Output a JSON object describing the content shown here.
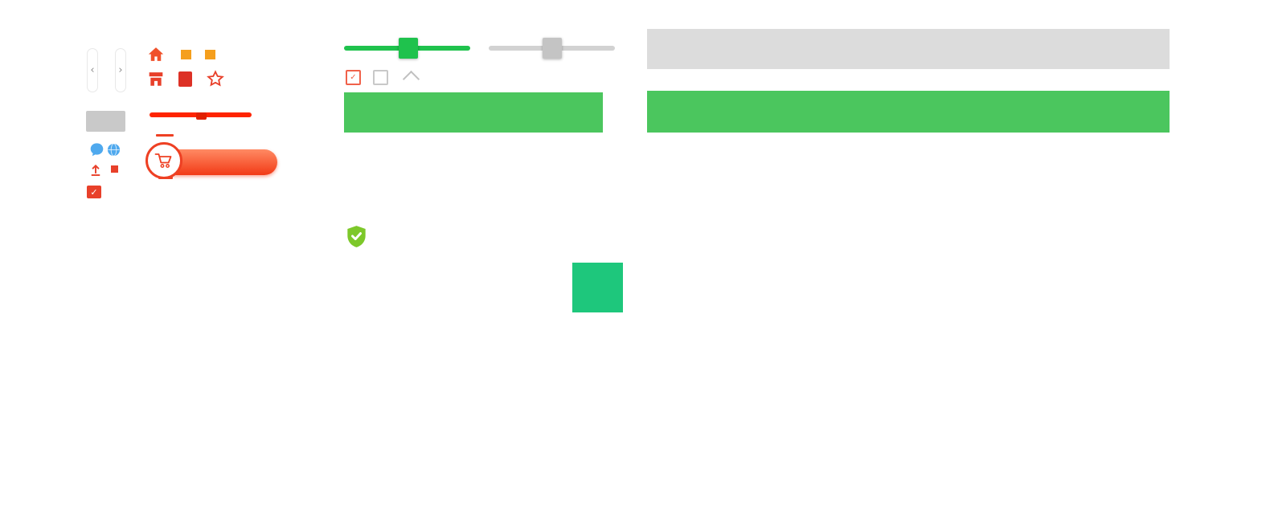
{
  "page": {
    "background": "#ffffff"
  },
  "carousel": {
    "prev_glyph": "‹",
    "next_glyph": "›"
  },
  "glyphs": {
    "check": "✓"
  },
  "colors": {
    "white": "#ffffff",
    "orange": "#f59f1d",
    "home_red": "#f0512b",
    "red_icon": "#e8402a",
    "red_tile": "#dd3126",
    "red_track": "#fe2400",
    "red_handle": "#e02000",
    "pill_gradient_top": "#ff8a63",
    "pill_gradient_bottom": "#f23a16",
    "cart_ring": "#ee4023",
    "blue": "#4fa9ee",
    "green_slider": "#1fc24d",
    "green_cta": "#4bc65e",
    "green_tile": "#1ec77c",
    "shield_green": "#7dc82a",
    "checkbox_red": "#f0614a",
    "checkbox_gray": "#c8c8c8",
    "caret_gray": "#c0c0c0",
    "arrow_gray": "#8e8e8e",
    "skeleton_light": "#dcdcdc",
    "skeleton_mid": "#c9c9c9",
    "gray_track": "#d2d2d2",
    "gray_handle": "#c4c4c4",
    "border_light": "#e8e8e8"
  },
  "sliders": {
    "green": {
      "value_pct": 50
    },
    "gray": {
      "value_pct": 50
    },
    "red": {
      "value_pct": 50
    }
  },
  "checkboxes": {
    "first_checked": true,
    "second_checked": false
  }
}
